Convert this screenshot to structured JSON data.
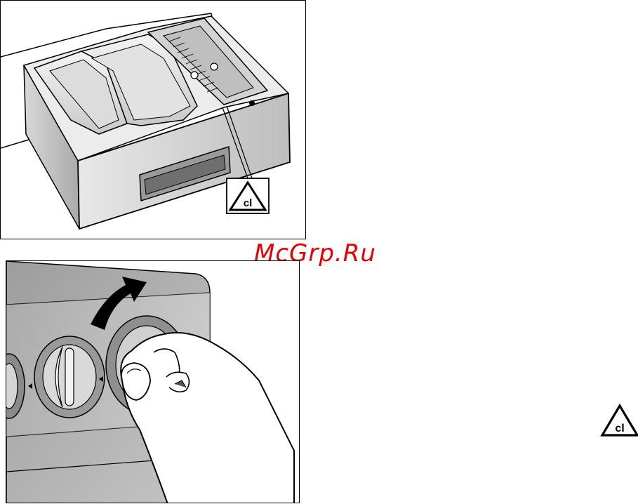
{
  "watermark": {
    "text": "McGrp.Ru",
    "color": "#e80000"
  },
  "figure_top": {
    "symbol_label": "cl",
    "icon": "chlorine-bleach-triangle-icon"
  },
  "figure_bottom": {
    "icon_hand": "hand-turning-knob-icon",
    "icon_arrow": "rotate-arrow-icon"
  },
  "side_symbol": {
    "label": "cl",
    "icon": "chlorine-bleach-triangle-icon"
  }
}
